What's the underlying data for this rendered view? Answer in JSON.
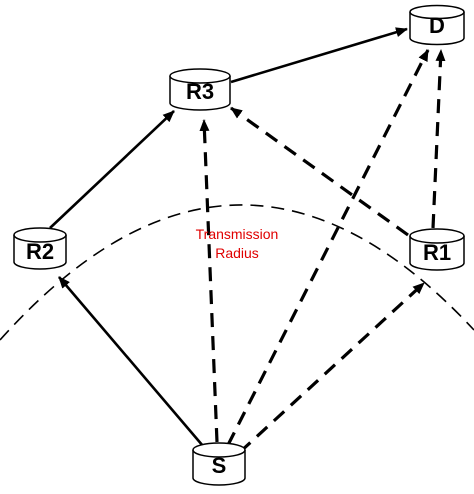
{
  "diagram": {
    "nodes": {
      "d": {
        "label": "D"
      },
      "r3": {
        "label": "R3"
      },
      "r2": {
        "label": "R2"
      },
      "r1": {
        "label": "R1"
      },
      "s": {
        "label": "S"
      }
    },
    "radius_label": {
      "line1": "Transmission",
      "line2": "Radius",
      "color": "#e00000"
    },
    "links": [
      {
        "from": "R3",
        "to": "D",
        "style": "solid"
      },
      {
        "from": "R2",
        "to": "R3",
        "style": "solid"
      },
      {
        "from": "S",
        "to": "R2",
        "style": "solid"
      },
      {
        "from": "R1",
        "to": "R3",
        "style": "dashed"
      },
      {
        "from": "R1",
        "to": "D",
        "style": "dashed"
      },
      {
        "from": "S",
        "to": "R3",
        "style": "dashed"
      },
      {
        "from": "S",
        "to": "D",
        "style": "dashed"
      },
      {
        "from": "S",
        "to": "R1",
        "style": "dashed"
      }
    ]
  }
}
